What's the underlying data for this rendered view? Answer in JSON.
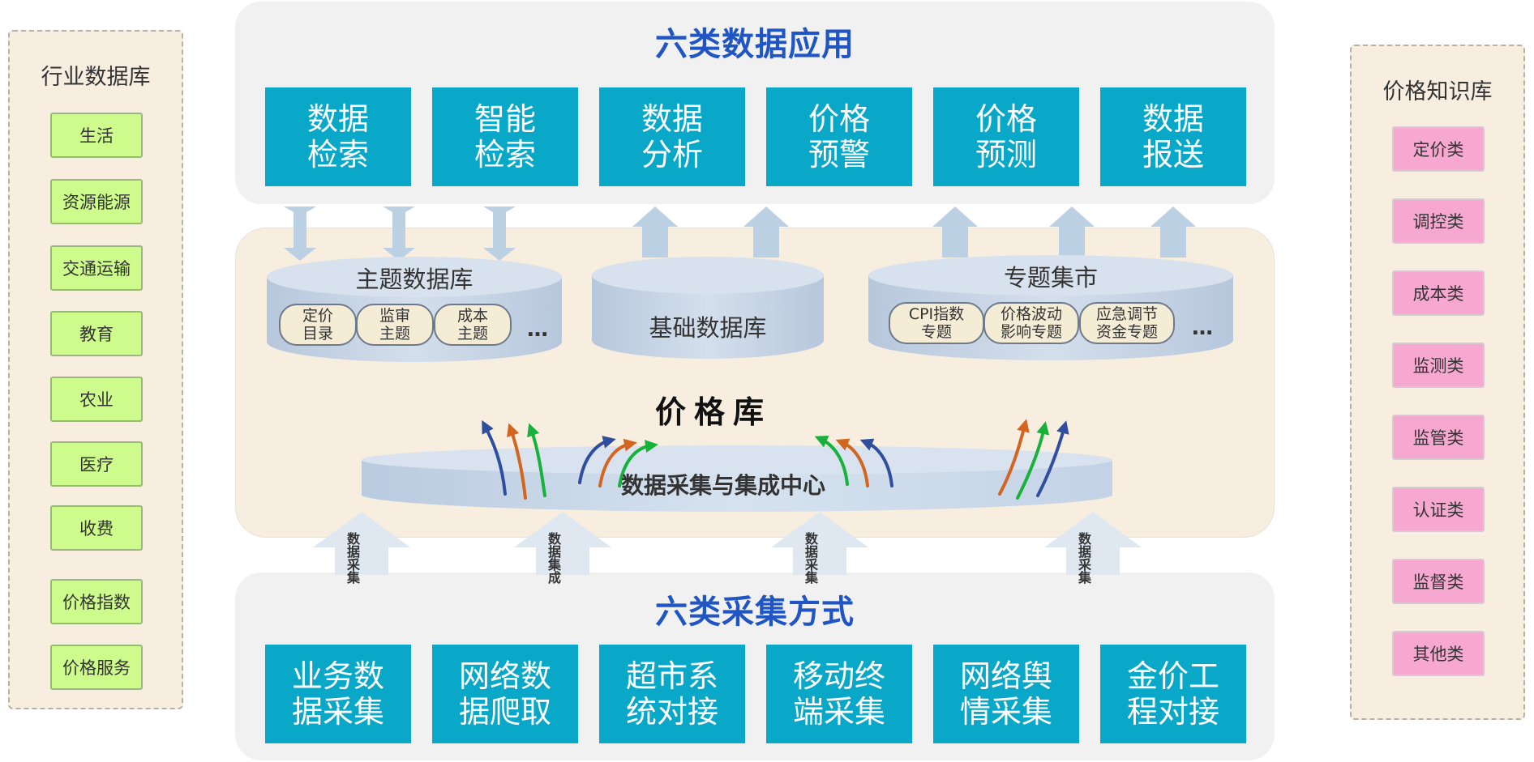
{
  "left_panel": {
    "title": "行业数据库",
    "items": [
      "生活",
      "资源能源",
      "交通运输",
      "教育",
      "农业",
      "医疗",
      "收费",
      "价格指数",
      "价格服务"
    ]
  },
  "right_panel": {
    "title": "价格知识库",
    "items": [
      "定价类",
      "调控类",
      "成本类",
      "监测类",
      "监管类",
      "认证类",
      "监督类",
      "其他类"
    ]
  },
  "top_panel": {
    "title": "六类数据应用",
    "boxes": [
      {
        "line1": "数据",
        "line2": "检索"
      },
      {
        "line1": "智能",
        "line2": "检索"
      },
      {
        "line1": "数据",
        "line2": "分析"
      },
      {
        "line1": "价格",
        "line2": "预警"
      },
      {
        "line1": "价格",
        "line2": "预测"
      },
      {
        "line1": "数据",
        "line2": "报送"
      }
    ]
  },
  "bottom_panel": {
    "title": "六类采集方式",
    "boxes": [
      {
        "line1": "业务数",
        "line2": "据采集"
      },
      {
        "line1": "网络数",
        "line2": "据爬取"
      },
      {
        "line1": "超市系",
        "line2": "统对接"
      },
      {
        "line1": "移动终",
        "line2": "端采集"
      },
      {
        "line1": "网络舆",
        "line2": "情采集"
      },
      {
        "line1": "金价工",
        "line2": "程对接"
      }
    ]
  },
  "middle": {
    "title": "价格库",
    "topic_db": {
      "label": "主题数据库",
      "pills": [
        {
          "line1": "定价",
          "line2": "目录"
        },
        {
          "line1": "监审",
          "line2": "主题"
        },
        {
          "line1": "成本",
          "line2": "主题"
        }
      ],
      "more": "…"
    },
    "base_db": {
      "label": "基础数据库"
    },
    "special_mart": {
      "label": "专题集市",
      "pills": [
        {
          "line1": "CPI指数",
          "line2": "专题"
        },
        {
          "line1": "价格波动",
          "line2": "影响专题"
        },
        {
          "line1": "应急调节",
          "line2": "资金专题"
        }
      ],
      "more": "…"
    },
    "collection_center": "数据采集与集成中心"
  },
  "up_arrow_labels": [
    {
      "line1": "数据",
      "line2": "采集"
    },
    {
      "line1": "数据",
      "line2": "集成"
    },
    {
      "line1": "数据",
      "line2": "采集"
    },
    {
      "line1": "数据",
      "line2": "采集"
    }
  ],
  "colors": {
    "teal": "#0aa8c8",
    "title_blue": "#1f56c4",
    "green_item": "#cdfb8c",
    "pink_item": "#f7a8d0",
    "arrow_light_blue": "#bcd0e4",
    "arrow_dark_blue": "#2f4f9e",
    "arrow_orange": "#d2651f",
    "arrow_green": "#17b13b"
  }
}
